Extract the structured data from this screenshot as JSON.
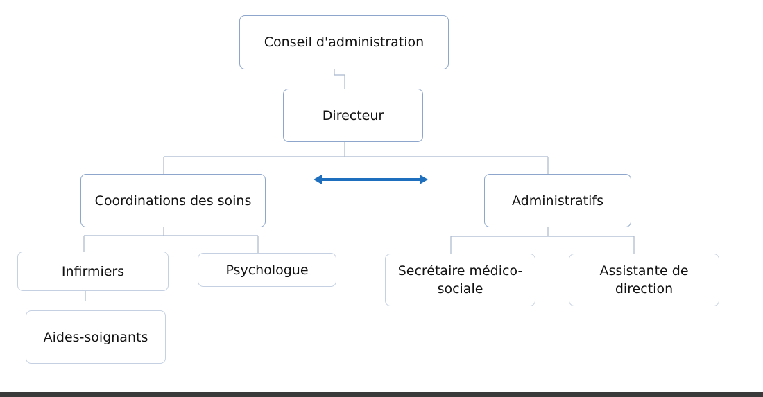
{
  "org_chart": {
    "nodes": {
      "conseil": "Conseil d'administration",
      "directeur": "Directeur",
      "coordinations": "Coordinations des soins",
      "administratifs": "Administratifs",
      "infirmiers": "Infirmiers",
      "psychologue": "Psychologue",
      "secretaire": "Secrétaire médico-\nsociale",
      "assistante": "Assistante de\ndirection",
      "aides": "Aides-soignants"
    },
    "relations": [
      {
        "from": "conseil",
        "to": "directeur"
      },
      {
        "from": "directeur",
        "to": "coordinations"
      },
      {
        "from": "directeur",
        "to": "administratifs"
      },
      {
        "from": "coordinations",
        "to": "infirmiers"
      },
      {
        "from": "coordinations",
        "to": "psychologue"
      },
      {
        "from": "administratifs",
        "to": "secretaire"
      },
      {
        "from": "administratifs",
        "to": "assistante"
      },
      {
        "from": "infirmiers",
        "to": "aides"
      }
    ],
    "colors": {
      "box_border_strong": "#8ea6cc",
      "box_border_light": "#c5d1e3",
      "connector": "#a9b8cf",
      "arrow": "#1f6fbf"
    }
  }
}
